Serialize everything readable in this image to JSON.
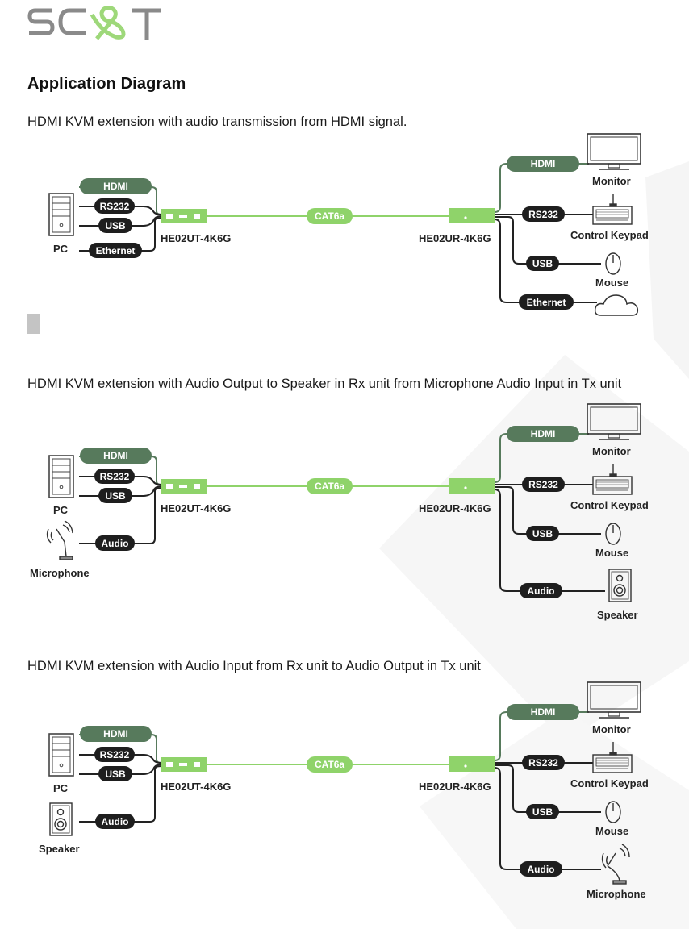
{
  "logo": {
    "text": "SC&T",
    "accent_color": "#9ed87a",
    "gray_color": "#8a8a8a"
  },
  "page_title": "Application Diagram",
  "colors": {
    "hdmi_pill": "#577a5c",
    "dark_pill": "#1e1e1e",
    "cat6a_green": "#8fd36a",
    "unit_green": "#8fd36a"
  },
  "diagrams": [
    {
      "caption": "HDMI KVM extension with audio transmission from HDMI signal.",
      "tx_unit": "HE02UT-4K6G",
      "rx_unit": "HE02UR-4K6G",
      "link": "CAT6a",
      "tx_side": {
        "pills": [
          "HDMI",
          "RS232",
          "USB",
          "Ethernet"
        ],
        "devices": [
          "PC"
        ]
      },
      "rx_side": {
        "pills": [
          "HDMI",
          "RS232",
          "USB",
          "Ethernet"
        ],
        "devices": [
          "Monitor",
          "Control Keypad",
          "Mouse",
          ""
        ]
      }
    },
    {
      "caption": "HDMI KVM extension with Audio Output to Speaker in Rx unit from Microphone Audio Input in Tx unit",
      "tx_unit": "HE02UT-4K6G",
      "rx_unit": "HE02UR-4K6G",
      "link": "CAT6a",
      "tx_side": {
        "pills": [
          "HDMI",
          "RS232",
          "USB",
          "Audio"
        ],
        "devices": [
          "PC",
          "Microphone"
        ]
      },
      "rx_side": {
        "pills": [
          "HDMI",
          "RS232",
          "USB",
          "Audio"
        ],
        "devices": [
          "Monitor",
          "Control Keypad",
          "Mouse",
          "Speaker"
        ]
      }
    },
    {
      "caption": "HDMI KVM extension with Audio Input from Rx unit to Audio Output in Tx unit",
      "tx_unit": "HE02UT-4K6G",
      "rx_unit": "HE02UR-4K6G",
      "link": "CAT6a",
      "tx_side": {
        "pills": [
          "HDMI",
          "RS232",
          "USB",
          "Audio"
        ],
        "devices": [
          "PC",
          "Speaker"
        ]
      },
      "rx_side": {
        "pills": [
          "HDMI",
          "RS232",
          "USB",
          "Audio"
        ],
        "devices": [
          "Monitor",
          "Control Keypad",
          "Mouse",
          "Microphone"
        ]
      }
    }
  ]
}
